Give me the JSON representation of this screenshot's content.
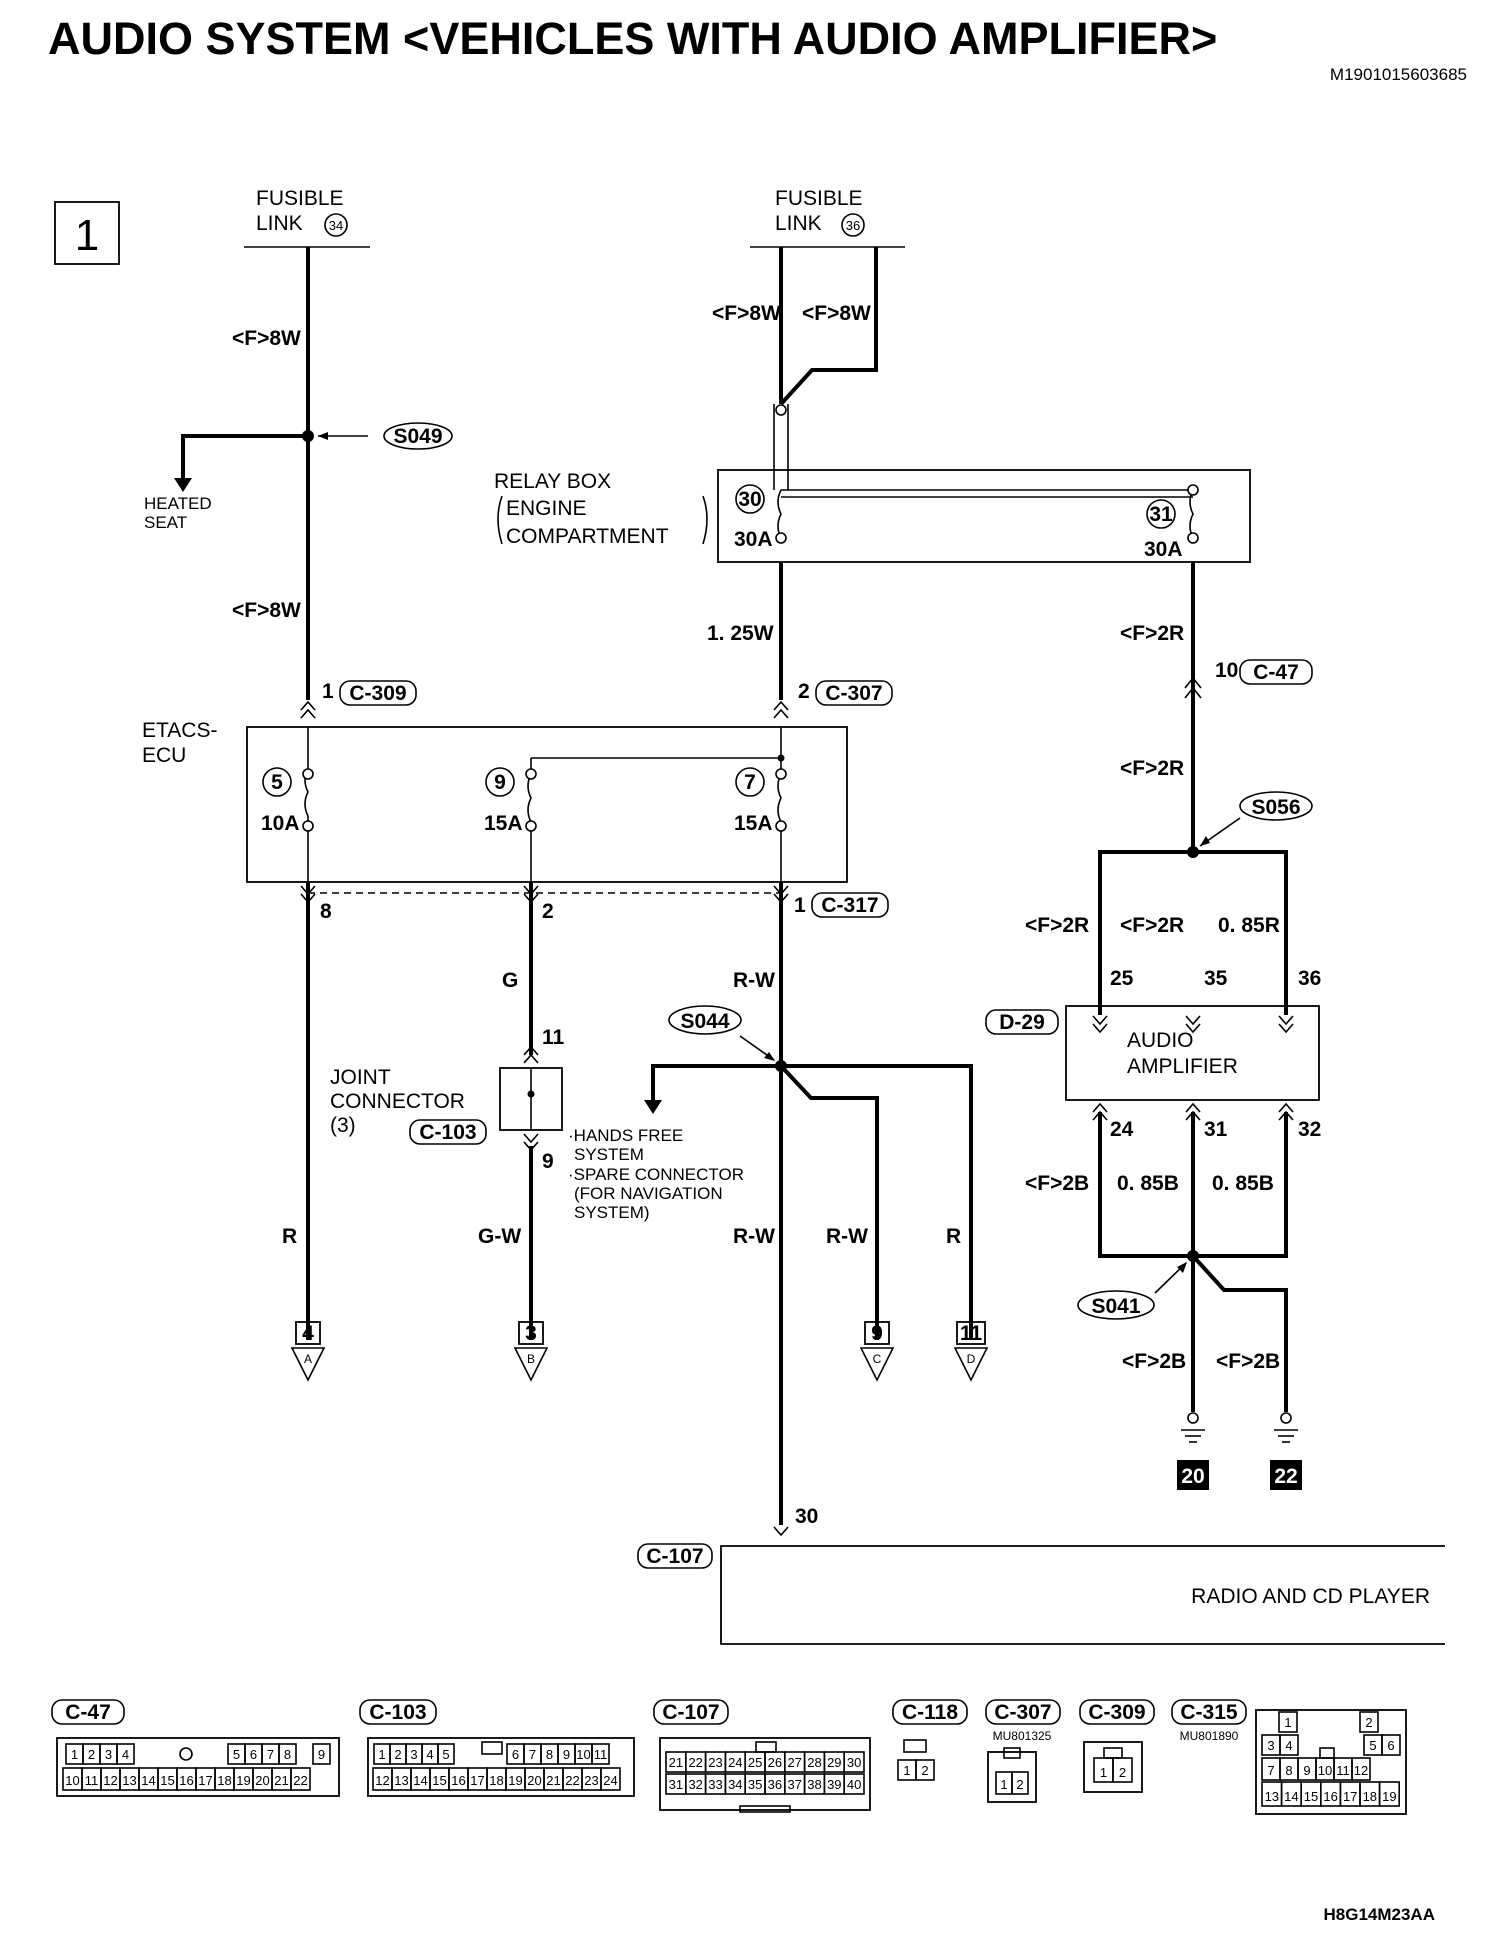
{
  "title": "AUDIO SYSTEM <VEHICLES WITH AUDIO AMPLIFIER>",
  "doc_id": "M1901015603685",
  "sheet_number": "1",
  "footer_code": "H8G14M23AA",
  "fusible_link_34": {
    "line1": "FUSIBLE",
    "line2": "LINK",
    "num": "34"
  },
  "fusible_link_36": {
    "line1": "FUSIBLE",
    "line2": "LINK",
    "num": "36"
  },
  "wires": {
    "f8w_a": "<F>8W",
    "f8w_b": "<F>8W",
    "f8w_c": "<F>8W",
    "f8w_d": "<F>8W",
    "w125": "1. 25W",
    "f2r_a": "<F>2R",
    "f2r_b": "<F>2R",
    "f2r_c": "<F>2R",
    "f2r_d": "<F>2R",
    "r085": "0. 85R",
    "g": "G",
    "rw_a": "R-W",
    "r_a": "R",
    "gw": "G-W",
    "rw_b": "R-W",
    "rw_c": "R-W",
    "r_b": "R",
    "f2b_a": "<F>2B",
    "b085_a": "0. 85B",
    "b085_b": "0. 85B",
    "f2b_b": "<F>2B",
    "f2b_c": "<F>2B"
  },
  "splices": {
    "s049": "S049",
    "s056": "S056",
    "s044": "S044",
    "s041": "S041"
  },
  "heated_seat": {
    "line1": "HEATED",
    "line2": "SEAT"
  },
  "relay_box": {
    "line1": "RELAY BOX",
    "line2": "ENGINE",
    "line3": "COMPARTMENT",
    "fuse30": "30",
    "fuse31": "31",
    "amp30": "30A",
    "amp31": "30A"
  },
  "etacs": {
    "line1": "ETACS-",
    "line2": "ECU",
    "fuse5": "5",
    "fuse9": "9",
    "fuse7": "7",
    "amp5": "10A",
    "amp9": "15A",
    "amp7": "15A"
  },
  "connectors": {
    "c309": "C-309",
    "c309_pin": "1",
    "c307": "C-307",
    "c307_pin": "2",
    "c47": "C-47",
    "c47_pin": "10",
    "c317": "C-317",
    "c317_pin8": "8",
    "c317_pin2": "2",
    "c317_pin1": "1",
    "c103": "C-103",
    "c103_pin11": "11",
    "c103_pin9": "9",
    "d29": "D-29",
    "c107": "C-107",
    "c107_pin": "30"
  },
  "joint_connector": {
    "line1": "JOINT",
    "line2": "CONNECTOR",
    "line3": "(3)"
  },
  "hands_free": {
    "line1": "·HANDS FREE",
    "line2": "SYSTEM",
    "line3": "·SPARE CONNECTOR",
    "line4": "(FOR NAVIGATION",
    "line5": "SYSTEM)"
  },
  "audio_amplifier": {
    "line1": "AUDIO",
    "line2": "AMPLIFIER",
    "pin25": "25",
    "pin35": "35",
    "pin36": "36",
    "pin24": "24",
    "pin31": "31",
    "pin32": "32"
  },
  "radio": {
    "label": "RADIO AND CD PLAYER"
  },
  "offpage": [
    {
      "num": "4",
      "letter": "A"
    },
    {
      "num": "3",
      "letter": "B"
    },
    {
      "num": "9",
      "letter": "C"
    },
    {
      "num": "11",
      "letter": "D"
    }
  ],
  "grounds": {
    "g20": "20",
    "g22": "22"
  },
  "connector_views": {
    "c47": {
      "label": "C-47",
      "top": [
        "1",
        "2",
        "3",
        "4",
        "5",
        "6",
        "7",
        "8",
        "9"
      ],
      "bottom": [
        "10",
        "11",
        "12",
        "13",
        "14",
        "15",
        "16",
        "17",
        "18",
        "19",
        "20",
        "21",
        "22"
      ]
    },
    "c103": {
      "label": "C-103",
      "top": [
        "1",
        "2",
        "3",
        "4",
        "5",
        "6",
        "7",
        "8",
        "9",
        "10",
        "11"
      ],
      "bottom": [
        "12",
        "13",
        "14",
        "15",
        "16",
        "17",
        "18",
        "19",
        "20",
        "21",
        "22",
        "23",
        "24"
      ]
    },
    "c107": {
      "label": "C-107",
      "top": [
        "21",
        "22",
        "23",
        "24",
        "25",
        "26",
        "27",
        "28",
        "29",
        "30"
      ],
      "bottom": [
        "31",
        "32",
        "33",
        "34",
        "35",
        "36",
        "37",
        "38",
        "39",
        "40"
      ]
    },
    "c118": {
      "label": "C-118",
      "pins": [
        "1",
        "2"
      ]
    },
    "c307": {
      "label": "C-307",
      "part": "MU801325",
      "pins": [
        "1",
        "2"
      ]
    },
    "c309": {
      "label": "C-309",
      "pins": [
        "1",
        "2"
      ]
    },
    "c315": {
      "label": "C-315",
      "part": "MU801890",
      "row1": [
        "1",
        "2"
      ],
      "row2": [
        "3",
        "4",
        "5",
        "6"
      ],
      "row3": [
        "7",
        "8",
        "9",
        "10",
        "11",
        "12"
      ],
      "row4": [
        "13",
        "14",
        "15",
        "16",
        "17",
        "18",
        "19"
      ]
    }
  }
}
